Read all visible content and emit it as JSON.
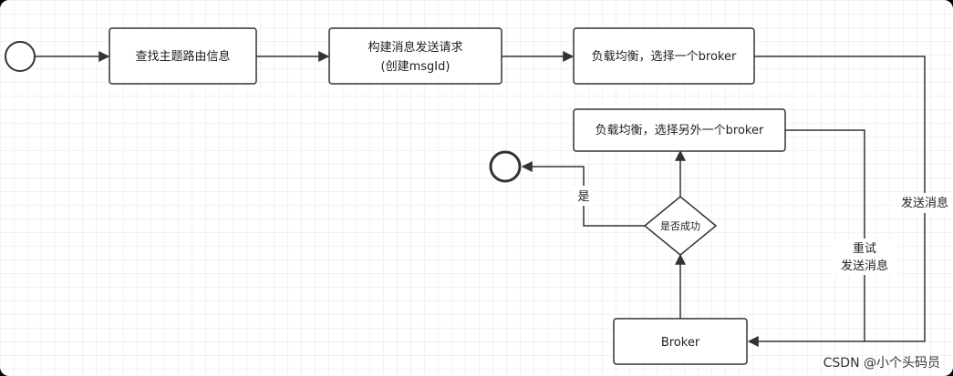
{
  "nodes": {
    "find_route": "查找主题路由信息",
    "build_request_line1": "构建消息发送请求",
    "build_request_line2": "(创建msgId)",
    "load_balance": "负载均衡，选择一个broker",
    "load_balance_other": "负载均衡，选择另外一个broker",
    "decision": "是否成功",
    "broker": "Broker"
  },
  "edge_labels": {
    "yes": "是",
    "retry_line1": "重试",
    "retry_line2": "发送消息",
    "send": "发送消息"
  },
  "watermark": "CSDN @小个头码员",
  "colors": {
    "background": "#ffffff",
    "grid": "#e6e6e6",
    "node_stroke": "#333333",
    "edge": "#333333"
  }
}
